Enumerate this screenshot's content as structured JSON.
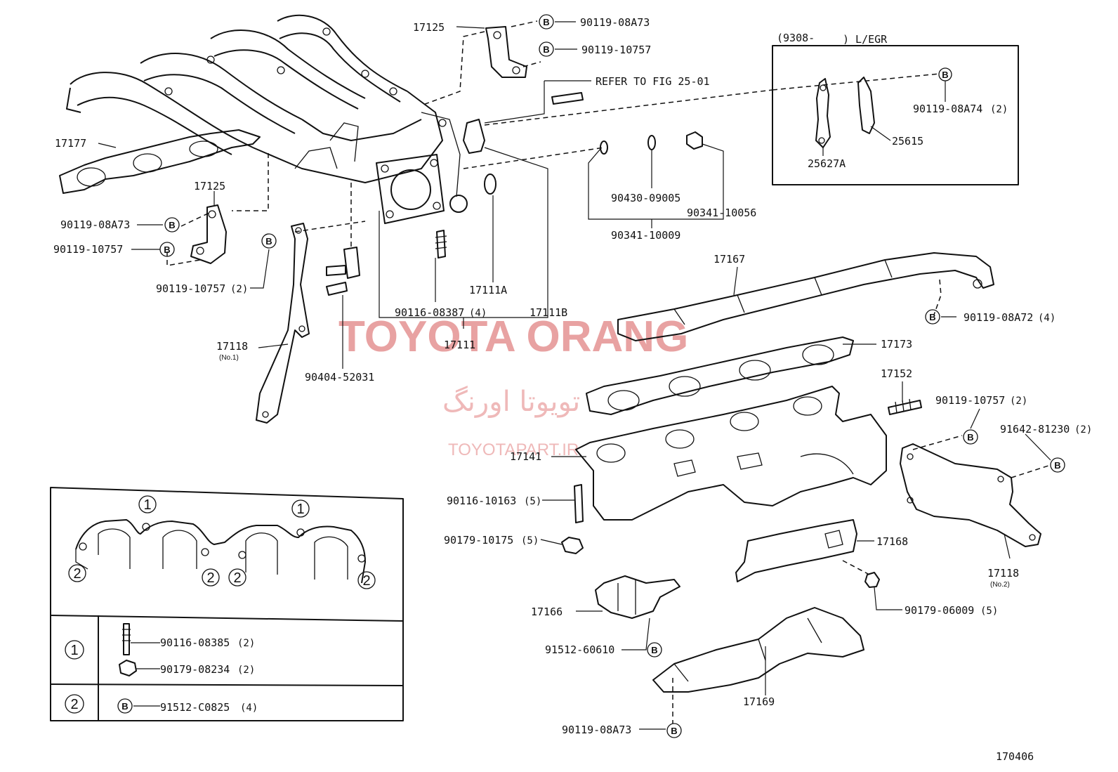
{
  "diagram_id": "170406",
  "watermark": {
    "brand": "TOYOTA ORANG",
    "brand_fa": "تويوتا اورنگ",
    "site": "TOYOTAPART.IR"
  },
  "egr_box": {
    "header_code": "(9308-",
    "header_suffix": ") L/EGR",
    "parts": [
      "25627A",
      "25615",
      "90119-08A74",
      "(2)"
    ]
  },
  "refer_note": "REFER TO FIG 25-01",
  "bolt_symbol": "B",
  "labels": {
    "p17125a": "17125",
    "p90119_08A73a": "90119-08A73",
    "p90119_10757a": "90119-10757",
    "p17177": "17177",
    "p17125b": "17125",
    "p90119_08A73b": "90119-08A73",
    "p90119_10757b": "90119-10757",
    "p90119_10757c": "90119-10757",
    "q2a": "(2)",
    "p17118a": "17118",
    "no1": "(No.1)",
    "p90404": "90404-52031",
    "p90116_08387": "90116-08387",
    "q4a": "(4)",
    "p17111A": "17111A",
    "p17111B": "17111B",
    "p17111": "17111",
    "p90430": "90430-09005",
    "p90341_10056": "90341-10056",
    "p90341_10009": "90341-10009",
    "p17167": "17167",
    "p90119_08A72": "90119-08A72",
    "q4b": "(4)",
    "p17173": "17173",
    "p17152": "17152",
    "p90119_10757d": "90119-10757",
    "q2b": "(2)",
    "p91642": "91642-81230",
    "q2c": "(2)",
    "p17141": "17141",
    "p90116_10163": "90116-10163",
    "q5a": "(5)",
    "p90179_10175": "90179-10175",
    "q5b": "(5)",
    "p17168": "17168",
    "p17118b": "17118",
    "no2": "(No.2)",
    "p90179_06009": "90179-06009",
    "q5c": "(5)",
    "p17166": "17166",
    "p91512_60610": "91512-60610",
    "p17169": "17169",
    "p90119_08A73c": "90119-08A73"
  },
  "inset": {
    "marker_1": "1",
    "marker_2": "2",
    "rows": [
      {
        "marker": "1",
        "parts": [
          "90116-08385",
          "(2)",
          "90179-08234",
          "(2)"
        ]
      },
      {
        "marker": "2",
        "parts": [
          "91512-C0825",
          "(4)"
        ]
      }
    ]
  }
}
